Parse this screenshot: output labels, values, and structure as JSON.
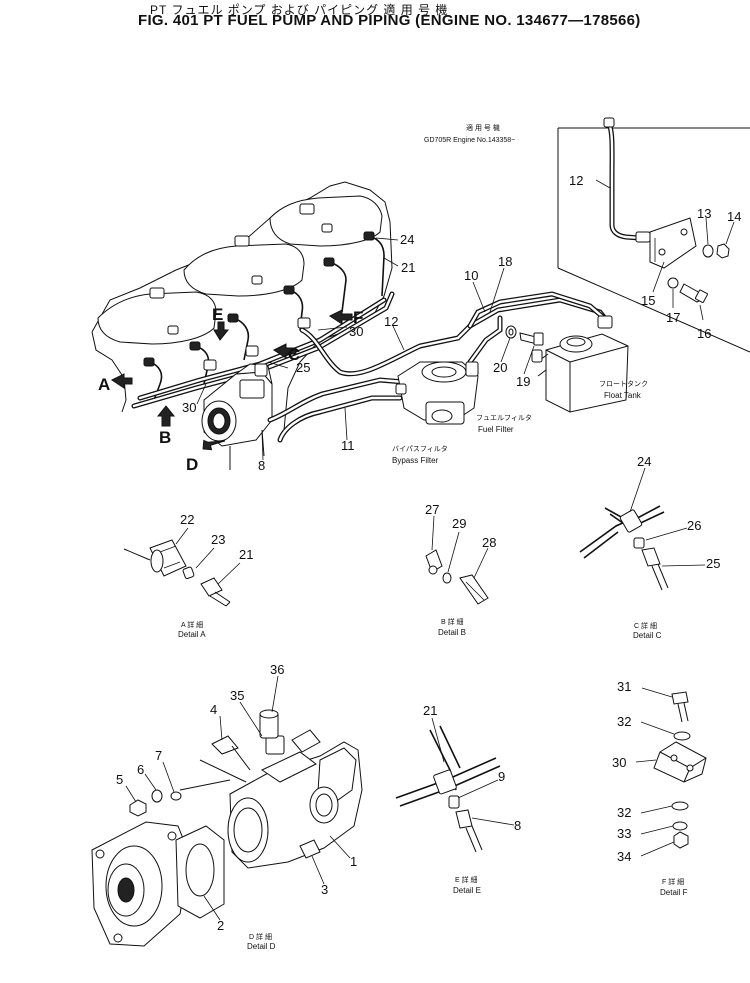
{
  "title": {
    "japanese": "PT フュエル ポンプ および パイピング  適 用 号 機",
    "english": "FIG. 401  PT FUEL PUMP AND PIPING (ENGINE NO. 134677—178566)"
  },
  "inset": {
    "note_jp": "適 用 号 機",
    "note_en": "GD705R Engine No.143358~"
  },
  "component_labels": {
    "float_tank_jp": "フロートタンク",
    "float_tank_en": "Float Tank",
    "fuel_filter_jp": "フュエルフィルタ",
    "fuel_filter_en": "Fuel Filter",
    "bypass_filter_jp": "バイパスフィルタ",
    "bypass_filter_en": "Bypass Filter"
  },
  "view_arrows": [
    "A",
    "B",
    "C",
    "D",
    "E",
    "F"
  ],
  "details": {
    "a": {
      "jp": "A 詳 細",
      "en": "Detail A"
    },
    "b": {
      "jp": "B 詳 細",
      "en": "Detail B"
    },
    "c": {
      "jp": "C 詳 細",
      "en": "Detail C"
    },
    "d": {
      "jp": "D 詳 細",
      "en": "Detail D"
    },
    "e": {
      "jp": "E 詳 細",
      "en": "Detail E"
    },
    "f": {
      "jp": "F 詳 細",
      "en": "Detail F"
    }
  },
  "callouts": {
    "main": [
      "24",
      "21",
      "12",
      "30",
      "25",
      "30",
      "8",
      "11",
      "10",
      "18",
      "20",
      "19"
    ],
    "inset": [
      "12",
      "13",
      "14",
      "15",
      "17",
      "16"
    ],
    "detail_a": [
      "22",
      "23",
      "21"
    ],
    "detail_b": [
      "27",
      "29",
      "28"
    ],
    "detail_c": [
      "24",
      "26",
      "25"
    ],
    "detail_d": [
      "36",
      "35",
      "4",
      "7",
      "6",
      "5",
      "1",
      "3",
      "2"
    ],
    "detail_e": [
      "21",
      "9",
      "8"
    ],
    "detail_f": [
      "31",
      "32",
      "30",
      "32",
      "33",
      "34"
    ]
  }
}
